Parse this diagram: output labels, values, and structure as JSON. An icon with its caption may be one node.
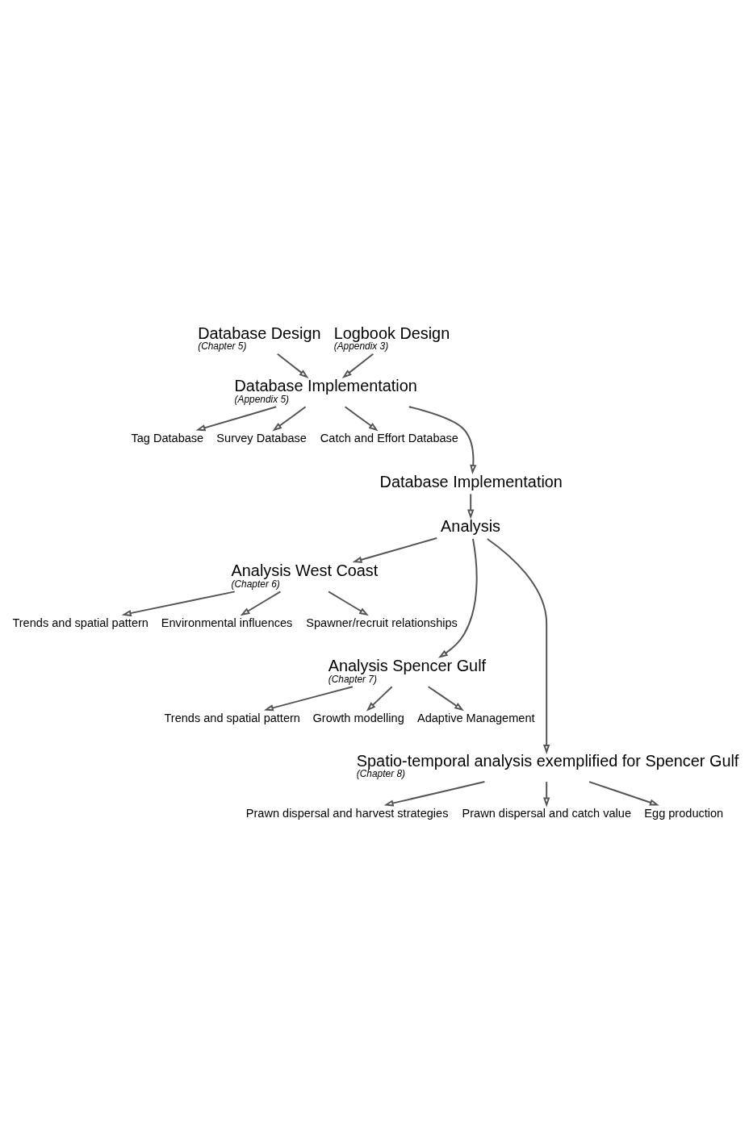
{
  "diagram": {
    "nodes": [
      {
        "text": [
          "Database Design"
        ],
        "beside": [
          "(Chapter 5)"
        ]
      },
      {
        "text": [
          "Logbook Design"
        ],
        "beside": [
          "(Appendix 3)"
        ]
      },
      {
        "text": [
          "Database Implementation"
        ],
        "beside": [
          "(Appendix 5)"
        ]
      },
      {
        "text": [
          "Tag Database"
        ]
      },
      {
        "text": [
          "Survey Database"
        ]
      },
      {
        "text": [
          "Catch and Effort Database"
        ]
      },
      {
        "text": [
          "Database Implementation"
        ]
      },
      {
        "text": [
          "Analysis"
        ]
      },
      {
        "text": [
          "Analysis West Coast"
        ],
        "beside": [
          "(Chapter 6)"
        ]
      },
      {
        "text": [
          "Trends and spatial pattern"
        ]
      },
      {
        "text": [
          "Environmental influences"
        ]
      },
      {
        "text": [
          "Spawner/recruit relationships"
        ]
      },
      {
        "text": [
          "Analysis Spencer Gulf"
        ],
        "beside": [
          "(Chapter 7)"
        ]
      },
      {
        "text": [
          "Trends and spatial pattern"
        ]
      },
      {
        "text": [
          "Growth modelling"
        ]
      },
      {
        "text": [
          "Adaptive Management"
        ]
      },
      {
        "text": [
          "Spatio-temporal analysis exemplified for Spencer Gulf"
        ],
        "beside": [
          "(Chapter 8)"
        ]
      },
      {
        "text": [
          "Prawn dispersal and harvest strategies"
        ]
      },
      {
        "text": [
          "Prawn dispersal and catch value"
        ]
      },
      {
        "text": [
          "Egg production"
        ]
      }
    ],
    "edges": [
      {
        "from": 0,
        "to": 2,
        "arrow": "to"
      },
      {
        "from": 1,
        "to": 2,
        "arrow": "to"
      },
      {
        "from": 2,
        "to": 3,
        "arrow": "to"
      },
      {
        "from": 2,
        "to": 4,
        "arrow": "to"
      },
      {
        "from": 2,
        "to": 5,
        "arrow": "to"
      },
      {
        "from": 2,
        "to": 6,
        "arrow": "to"
      },
      {
        "from": 6,
        "to": 7,
        "arrow": "to"
      },
      {
        "from": 7,
        "to": 8,
        "arrow": "to"
      },
      {
        "from": 7,
        "to": 12,
        "arrow": "to"
      },
      {
        "from": 7,
        "to": 16,
        "arrow": "to"
      },
      {
        "from": 8,
        "to": 9,
        "arrow": "to"
      },
      {
        "from": 8,
        "to": 10,
        "arrow": "to"
      },
      {
        "from": 8,
        "to": 11,
        "arrow": "to"
      },
      {
        "from": 12,
        "to": 13,
        "arrow": "to"
      },
      {
        "from": 12,
        "to": 14,
        "arrow": "to"
      },
      {
        "from": 12,
        "to": 15,
        "arrow": "to"
      },
      {
        "from": 16,
        "to": 17,
        "arrow": "to"
      },
      {
        "from": 16,
        "to": 18,
        "arrow": "to"
      },
      {
        "from": 16,
        "to": 19,
        "arrow": "to"
      }
    ]
  }
}
